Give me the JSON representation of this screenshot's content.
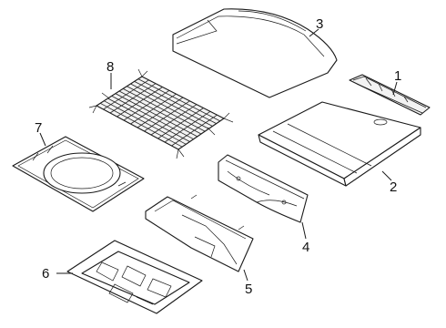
{
  "callouts": [
    {
      "id": "1",
      "text": "1",
      "part": "rear-sill-trim"
    },
    {
      "id": "2",
      "text": "2",
      "part": "luggage-floor-board"
    },
    {
      "id": "3",
      "text": "3",
      "part": "package-tray"
    },
    {
      "id": "4",
      "text": "4",
      "part": "side-trim-panel"
    },
    {
      "id": "5",
      "text": "5",
      "part": "luggage-tray-side"
    },
    {
      "id": "6",
      "text": "6",
      "part": "luggage-tub-tray"
    },
    {
      "id": "7",
      "text": "7",
      "part": "spare-tire-cover-tray"
    },
    {
      "id": "8",
      "text": "8",
      "part": "cargo-net"
    }
  ]
}
